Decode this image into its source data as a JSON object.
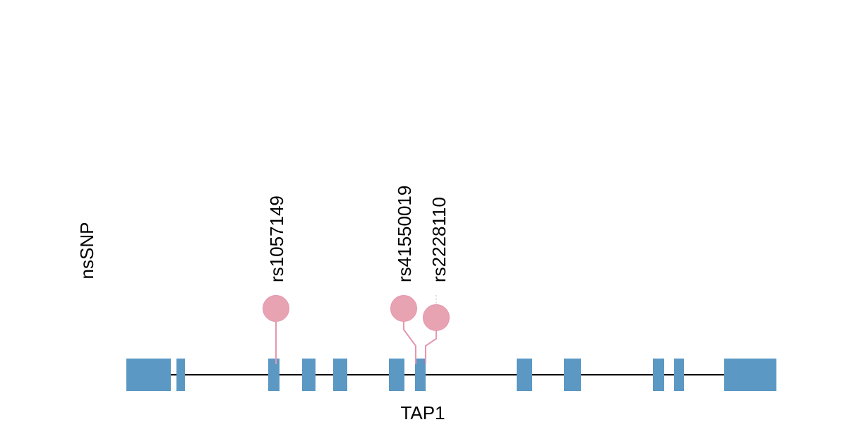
{
  "chart_data": {
    "type": "lollipop",
    "track_label": "nsSNP",
    "gene_label": "TAP1",
    "xlim": [
      0,
      921
    ],
    "colors": {
      "exon": "#5b98c4",
      "snp": "#e8a3b2",
      "snp_stem": "#e597ae",
      "backbone": "#000000"
    },
    "exons": [
      {
        "start": 0,
        "end": 63
      },
      {
        "start": 71,
        "end": 83
      },
      {
        "start": 201,
        "end": 217
      },
      {
        "start": 249,
        "end": 268
      },
      {
        "start": 293,
        "end": 313
      },
      {
        "start": 372,
        "end": 394
      },
      {
        "start": 409,
        "end": 424
      },
      {
        "start": 553,
        "end": 575
      },
      {
        "start": 620,
        "end": 644
      },
      {
        "start": 746,
        "end": 762
      },
      {
        "start": 776,
        "end": 790
      },
      {
        "start": 847,
        "end": 921
      }
    ],
    "snps": [
      {
        "id": "rs1057149",
        "position": 212,
        "display_position": 212,
        "score": 1,
        "level": 0
      },
      {
        "id": "rs41550019",
        "position": 410,
        "display_position": 393,
        "score": 1,
        "level": 0
      },
      {
        "id": "rs2228110",
        "position": 424,
        "display_position": 439,
        "score": 1,
        "level": 1
      }
    ]
  }
}
